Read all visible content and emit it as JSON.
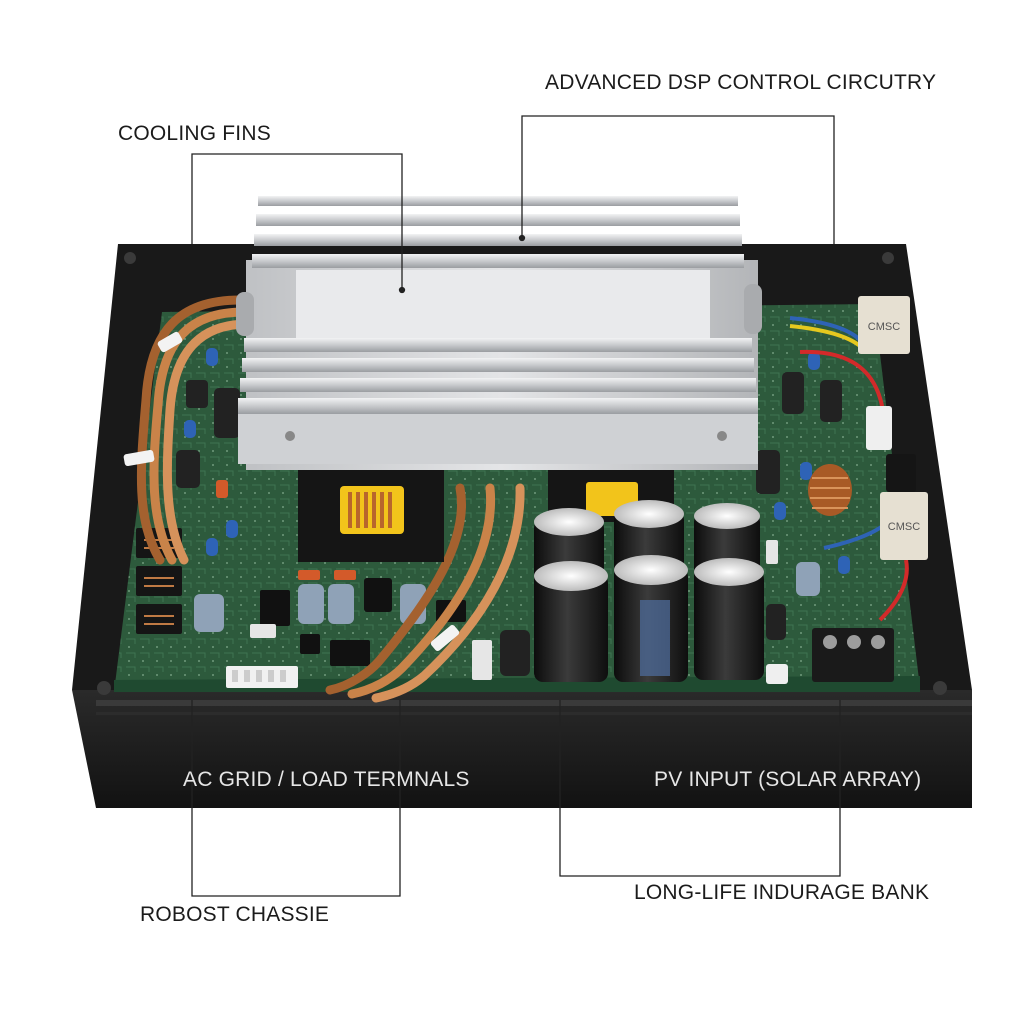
{
  "labels": {
    "cooling_fins": "COOLING FINS",
    "dsp_control": "ADVANCED DSP CONTROL CIRCUTRY",
    "ac_grid": "AC GRID / LOAD TERMNALS",
    "pv_input": "PV INPUT (SOLAR ARRAY)",
    "long_life": "LONG-LIFE INDURAGE BANK",
    "chassis": "ROBOST CHASSIE"
  },
  "components": {
    "chassis_label": "ROBOST CHASSIE",
    "label_plates": [
      "CMSC",
      "CMSC"
    ]
  },
  "colors": {
    "chassis": "#1e1e1e",
    "pcb": "#2d5a3c",
    "heatsink": "#d4d6d8",
    "copper": "#c07a44",
    "callout_line": "#222222"
  }
}
